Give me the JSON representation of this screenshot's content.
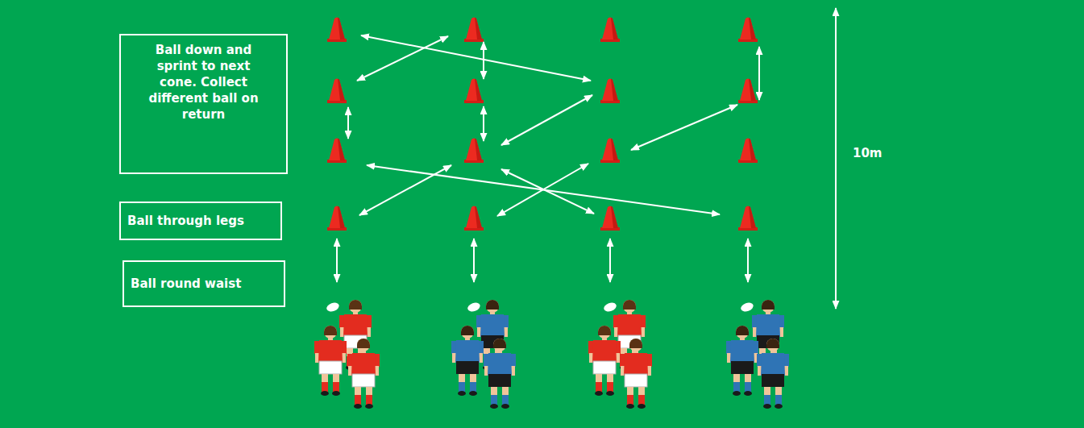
{
  "diagram": {
    "nodes": [
      {
        "text": [
          "Ball down and sprint to next cone. Collect different ball on return"
        ]
      },
      {
        "text": [
          "Ball through legs"
        ]
      },
      {
        "text": [
          "Ball round waist"
        ]
      }
    ],
    "labels": [
      "10m"
    ]
  }
}
